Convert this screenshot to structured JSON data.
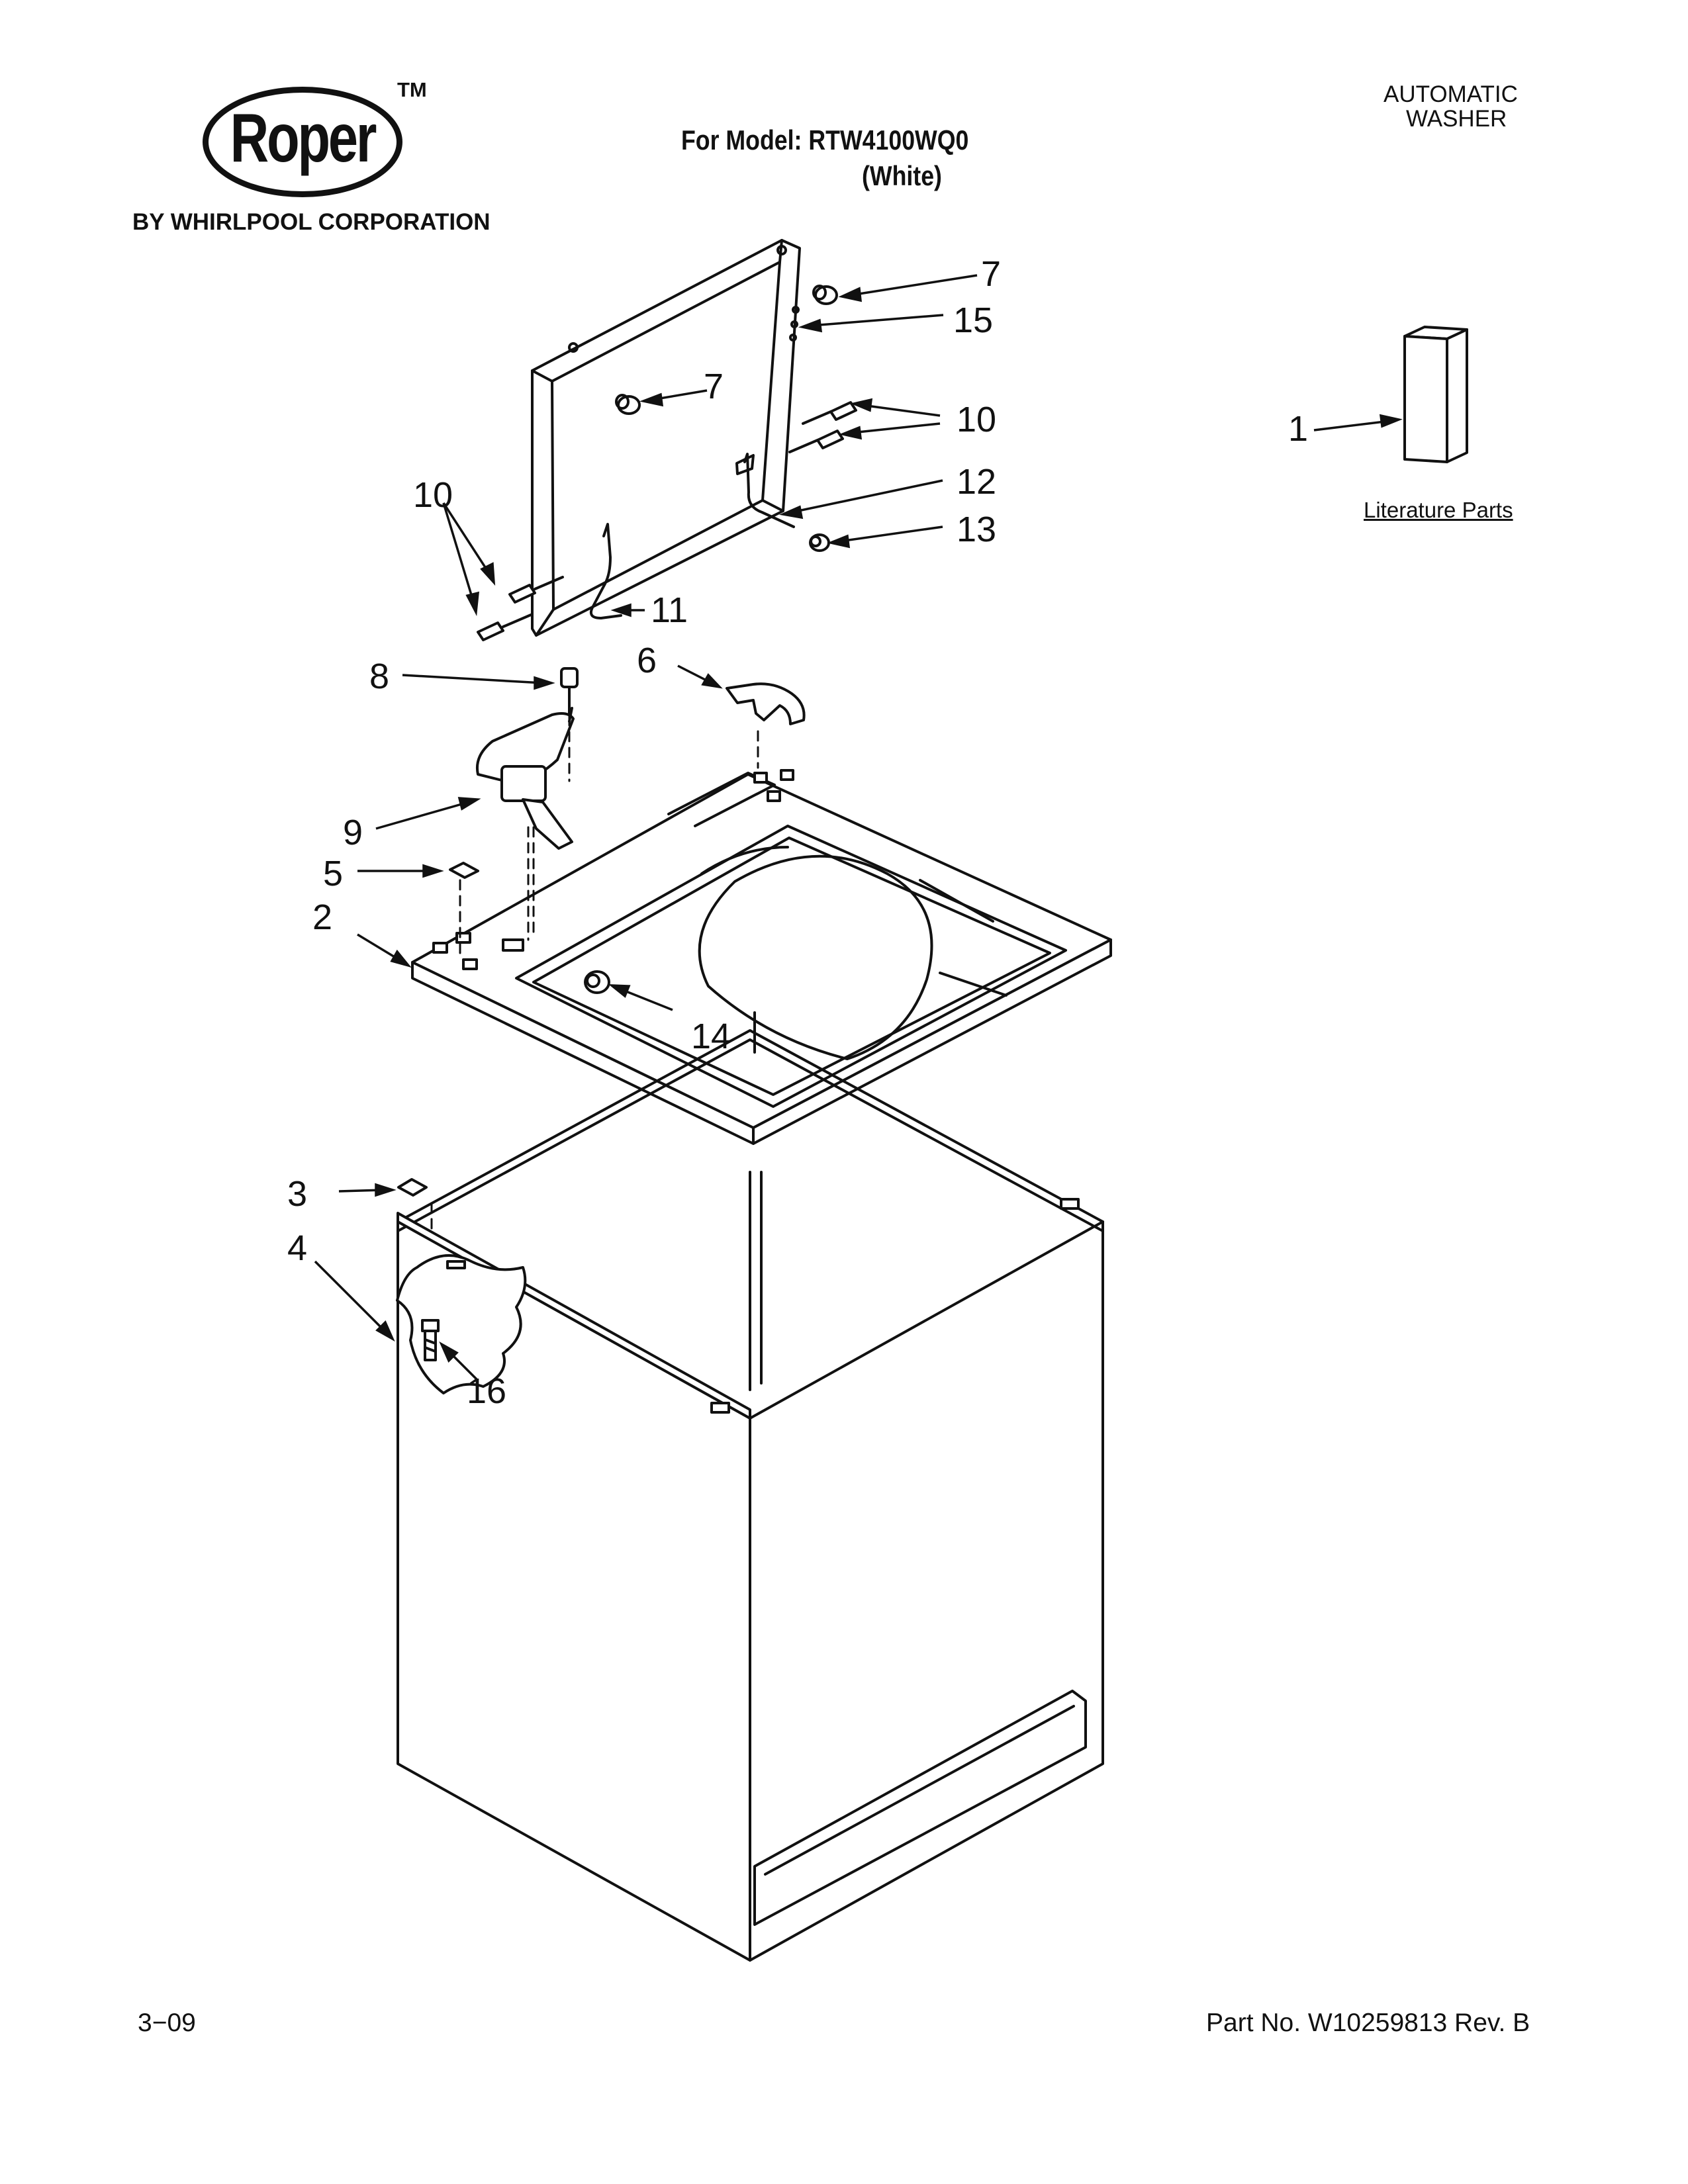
{
  "header": {
    "brand": "Roper",
    "trademark": "TM",
    "byline": "BY WHIRLPOOL CORPORATION",
    "model": "For Model: RTW4100WQ0",
    "color": "(White)",
    "product_line1": "AUTOMATIC",
    "product_line2": "WASHER"
  },
  "literature_label": "Literature Parts",
  "callouts": [
    "1",
    "2",
    "3",
    "4",
    "5",
    "6",
    "7",
    "7",
    "8",
    "9",
    "10",
    "10",
    "11",
    "12",
    "13",
    "14",
    "15",
    "16"
  ],
  "footer": {
    "date": "3−09",
    "part_no": "Part No. W10259813 Rev. B"
  }
}
